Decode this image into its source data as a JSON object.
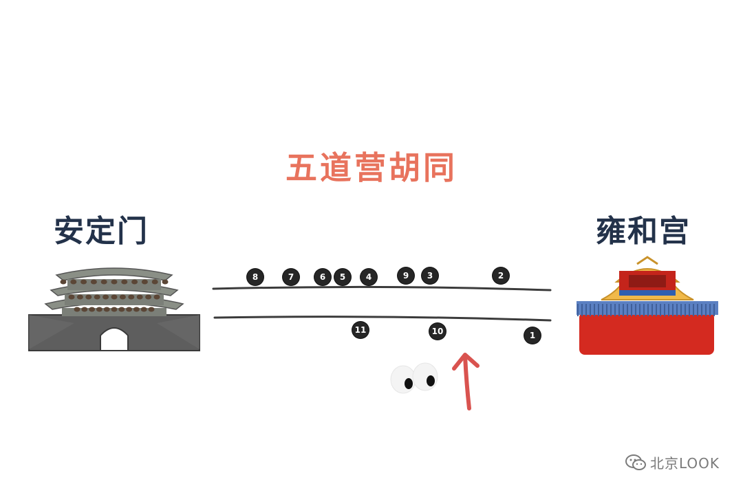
{
  "map": {
    "title": "五道营胡同",
    "west_landmark": "安定门",
    "east_landmark": "雍和宫",
    "north_side_markers": [
      "8",
      "7",
      "6",
      "5",
      "4",
      "9",
      "3",
      "2"
    ],
    "south_side_markers": [
      "11",
      "10",
      "1"
    ]
  },
  "watermark": {
    "icon": "wechat-icon",
    "text": "北京LOOK"
  },
  "colors": {
    "title": "#e8735d",
    "landmark_label": "#23324a",
    "street_line": "#3b3b3b",
    "marker_fill": "#262626",
    "arrow": "#d9534f",
    "gate_gray": "#5e5e5e",
    "temple_red": "#d42a20",
    "temple_gold": "#f0b94a",
    "temple_blue": "#2f5fb0"
  }
}
